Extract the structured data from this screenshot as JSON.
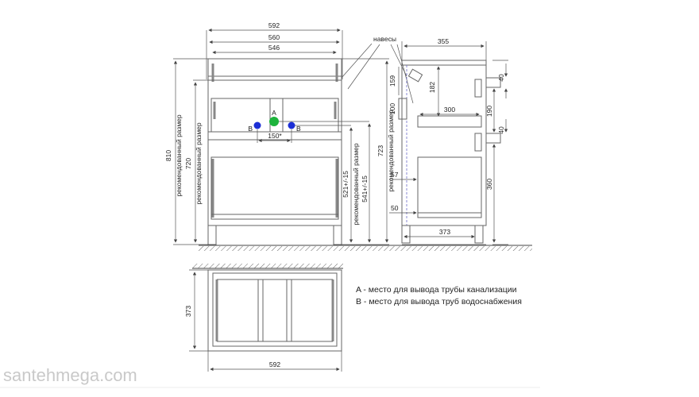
{
  "front": {
    "top_dims": [
      "592",
      "560",
      "546"
    ],
    "hinge_label": "навесы",
    "pipe_a": "A",
    "pipe_b_left": "B",
    "pipe_b_right": "B",
    "pipe_spacing": "150*",
    "height_810": "810",
    "height_810_note": "рекомендованный размер",
    "height_720": "720",
    "height_720_note": "рекомендованный размер",
    "height_521": "521+/-15",
    "height_521_note": "рекомендованный размер",
    "height_541": "541+/-15",
    "height_723": "723",
    "height_723_note": "рекомендованный размер",
    "colors": {
      "pipe_a": "#1db33c",
      "pipe_b": "#1c2fd6"
    }
  },
  "side": {
    "dims": [
      "355",
      "159",
      "182",
      "100",
      "300",
      "57",
      "50",
      "373"
    ],
    "right_dims": [
      "40",
      "190",
      "40",
      "360"
    ]
  },
  "top_view": {
    "depth": "373",
    "width": "592"
  },
  "legend": {
    "a": "A - место для вывода трубы канализации",
    "b": "B - место для вывода труб водоснабжения"
  },
  "watermark": "santehmega.com"
}
